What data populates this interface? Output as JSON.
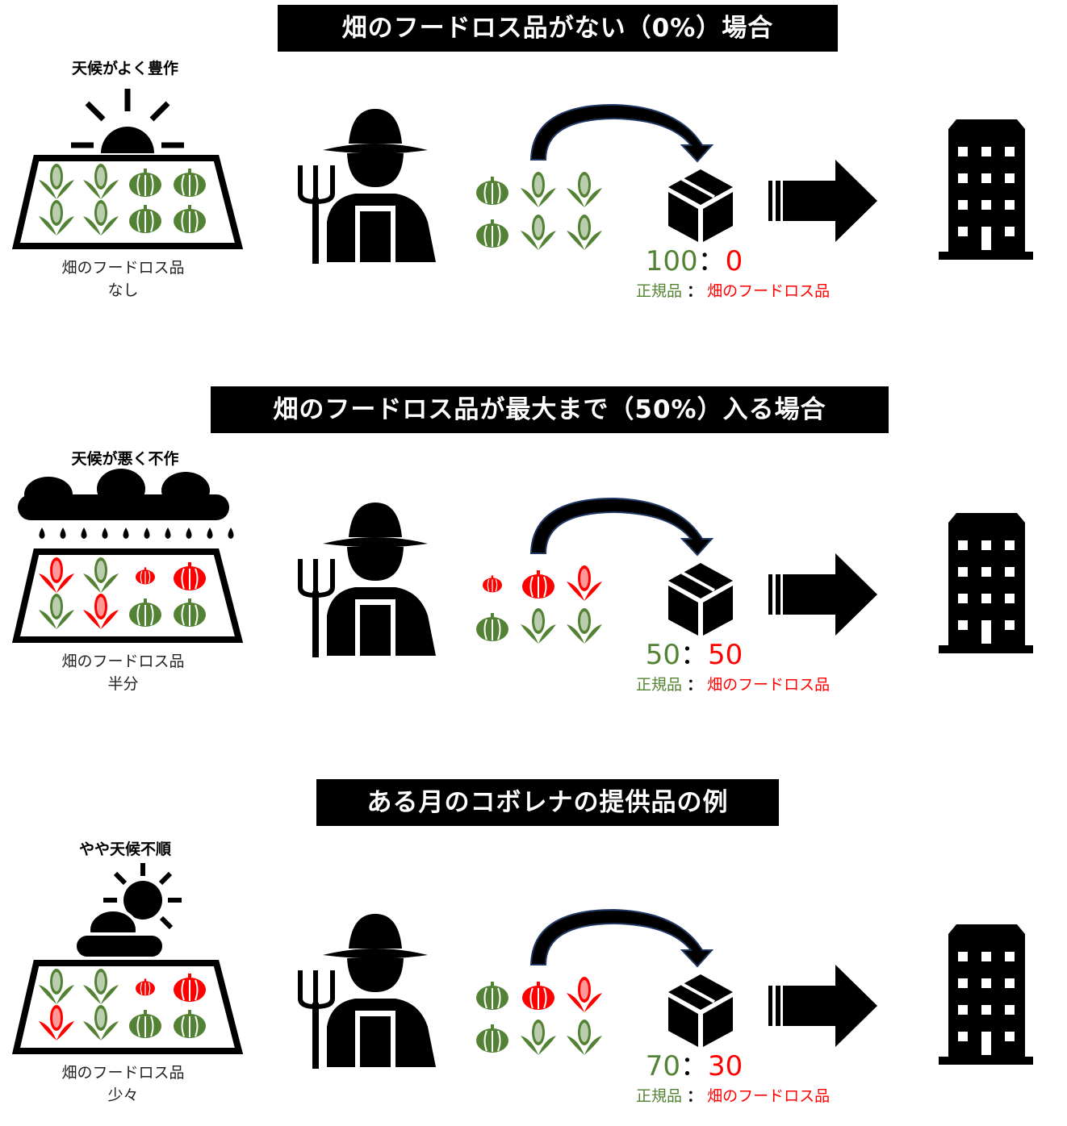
{
  "colors": {
    "normal": "#548235",
    "loss": "#ff0000"
  },
  "sections": [
    {
      "title": "畑のフードロス品がない（0%）場合",
      "weather": "天候がよく豊作",
      "weather_icon": "sun-icon",
      "field_caption": [
        "畑のフードロス品",
        "なし"
      ],
      "ratio_normal": "100",
      "ratio_sep": "：",
      "ratio_loss": "0",
      "label_normal": "正規品",
      "label_sep": "：",
      "label_loss": "畑のフードロス品",
      "crops_top": [
        [
          "pumpkin",
          "normal"
        ],
        [
          "corn",
          "normal"
        ],
        [
          "corn",
          "normal"
        ]
      ],
      "crops_bottom": [
        [
          "pumpkin",
          "normal"
        ],
        [
          "corn",
          "normal"
        ],
        [
          "corn",
          "normal"
        ]
      ]
    },
    {
      "title": "畑のフードロス品が最大まで（50%）入る場合",
      "weather": "天候が悪く不作",
      "weather_icon": "rain-cloud-icon",
      "field_caption": [
        "畑のフードロス品",
        "半分"
      ],
      "ratio_normal": "50",
      "ratio_sep": "：",
      "ratio_loss": "50",
      "label_normal": "正規品",
      "label_sep": "：",
      "label_loss": "畑のフードロス品",
      "crops_top": [
        [
          "pumpkin-small",
          "loss"
        ],
        [
          "pumpkin",
          "loss"
        ],
        [
          "corn",
          "loss"
        ]
      ],
      "crops_bottom": [
        [
          "pumpkin",
          "normal"
        ],
        [
          "corn",
          "normal"
        ],
        [
          "corn",
          "normal"
        ]
      ]
    },
    {
      "title": "ある月のコボレナの提供品の例",
      "weather": "やや天候不順",
      "weather_icon": "sun-behind-cloud-icon",
      "field_caption": [
        "畑のフードロス品",
        "少々"
      ],
      "ratio_normal": "70",
      "ratio_sep": "：",
      "ratio_loss": "30",
      "label_normal": "正規品",
      "label_sep": "：",
      "label_loss": "畑のフードロス品",
      "crops_top": [
        [
          "pumpkin",
          "normal"
        ],
        [
          "pumpkin",
          "loss"
        ],
        [
          "corn",
          "loss"
        ]
      ],
      "crops_bottom": [
        [
          "pumpkin",
          "normal"
        ],
        [
          "corn",
          "normal"
        ],
        [
          "corn",
          "normal"
        ]
      ]
    }
  ]
}
